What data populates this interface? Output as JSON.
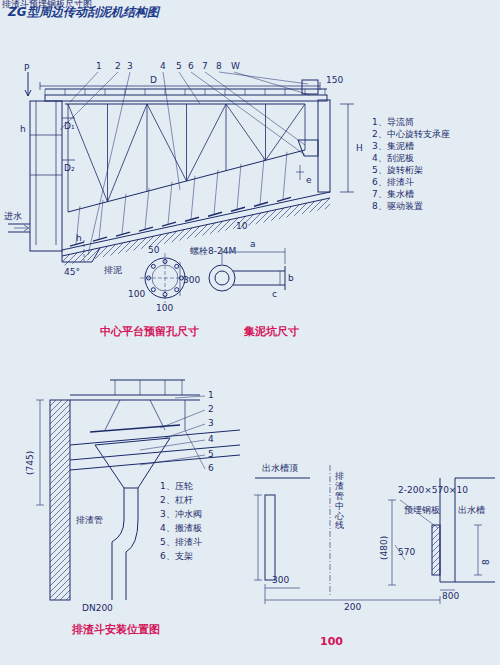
{
  "diagram": {
    "title": "ZG型周边传动刮泥机结构图",
    "labels": [
      "P",
      "1",
      "2",
      "3",
      "4",
      "5",
      "6",
      "7",
      "8",
      "W",
      "D",
      "150",
      "h",
      "D₁",
      "D₂",
      "H",
      "e",
      "进水",
      "h",
      "45°",
      "排泥",
      "10",
      "50",
      "螺栓8-24M",
      "100",
      "300",
      "100",
      "a",
      "b",
      "c",
      "1、导流筒",
      "2、中心旋转支承座",
      "3、集泥槽",
      "4、刮泥板",
      "5、旋转桁架",
      "6、排渣斗",
      "7、集水槽",
      "8、驱动装置",
      "中心平台预留孔尺寸",
      "集泥坑尺寸",
      "1",
      "2",
      "3",
      "4",
      "5",
      "6",
      "(745)",
      "排渣管",
      "DN200",
      "1、压轮",
      "2、杠杆",
      "3、冲水阀",
      "4、搬渣板",
      "5、排渣斗",
      "6、支架",
      "排渣斗安装位置图",
      "出水槽顶",
      "排渣管中心线",
      "2-200×570×10",
      "预埋钢板",
      "出水槽",
      "(480)",
      "570",
      "8",
      "300",
      "200",
      "800",
      "100",
      "排渣斗预埋钢板尺寸图"
    ]
  }
}
